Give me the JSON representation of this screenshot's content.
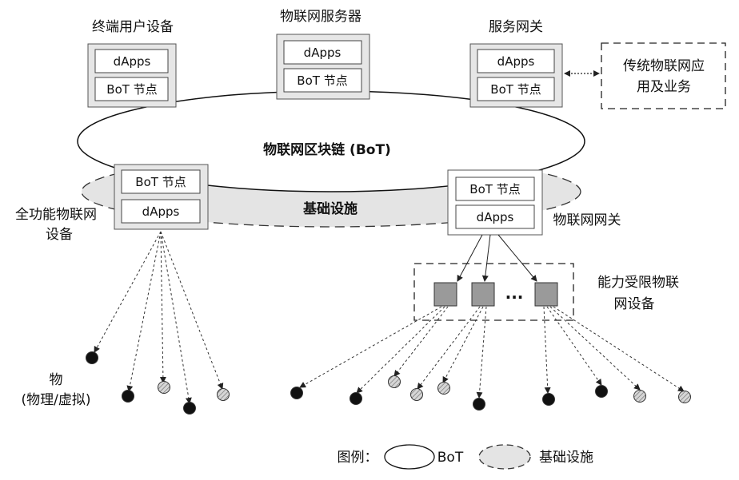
{
  "nodes": {
    "end_user": {
      "title": "终端用户设备",
      "top": "dApps",
      "bottom": "BoT 节点"
    },
    "iot_server": {
      "title": "物联网服务器",
      "top": "dApps",
      "bottom": "BoT 节点"
    },
    "service_gateway": {
      "title": "服务网关",
      "top": "dApps",
      "bottom": "BoT 节点"
    },
    "full_device": {
      "title_line1": "全功能物联网",
      "title_line2": "设备",
      "top": "BoT 节点",
      "bottom": "dApps"
    },
    "iot_gateway": {
      "title": "物联网网关",
      "top": "BoT 节点",
      "bottom": "dApps"
    }
  },
  "legacy": {
    "line1": "传统物联网应",
    "line2": "用及业务"
  },
  "blockchain_label": "物联网区块链 (BoT)",
  "infra_label": "基础设施",
  "limited": {
    "line1": "能力受限物联",
    "line2": "网设备",
    "ellipsis": "..."
  },
  "things": {
    "line1": "物",
    "line2": "(物理/虚拟)"
  },
  "legend": {
    "title": "图例：",
    "bot": "BoT",
    "infra": "基础设施"
  },
  "colors": {
    "box_fill": "#e6e6e6",
    "infra_fill": "#e4e4e4",
    "device_fill": "#9a9a9a",
    "thing_fill": "#111111",
    "virtual_fill": "#cccccc"
  }
}
